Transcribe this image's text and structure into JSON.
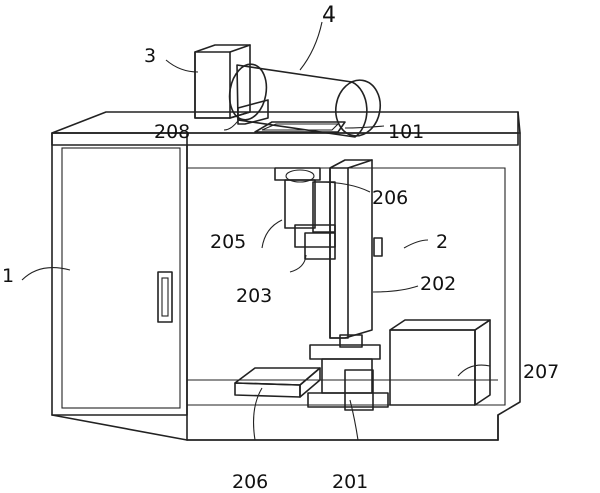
{
  "labels": {
    "l1": "1",
    "l2": "2",
    "l3": "3",
    "l4": "4",
    "l101": "101",
    "l201": "201",
    "l202": "202",
    "l203": "203",
    "l205": "205",
    "l206_top": "206",
    "l206_bottom": "206",
    "l207": "207",
    "l208": "208"
  }
}
